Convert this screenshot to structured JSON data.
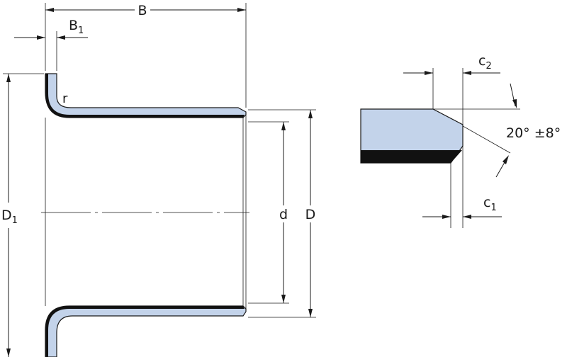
{
  "labels": {
    "B": "B",
    "B1": "B",
    "B1_sub": "1",
    "r": "r",
    "D1": "D",
    "D1_sub": "1",
    "d": "d",
    "D": "D",
    "c2": "c",
    "c2_sub": "2",
    "c1": "c",
    "c1_sub": "1",
    "angle": "20° ±8°"
  },
  "colors": {
    "body": "#c3d3ea",
    "outline": "#1a1a1a"
  }
}
